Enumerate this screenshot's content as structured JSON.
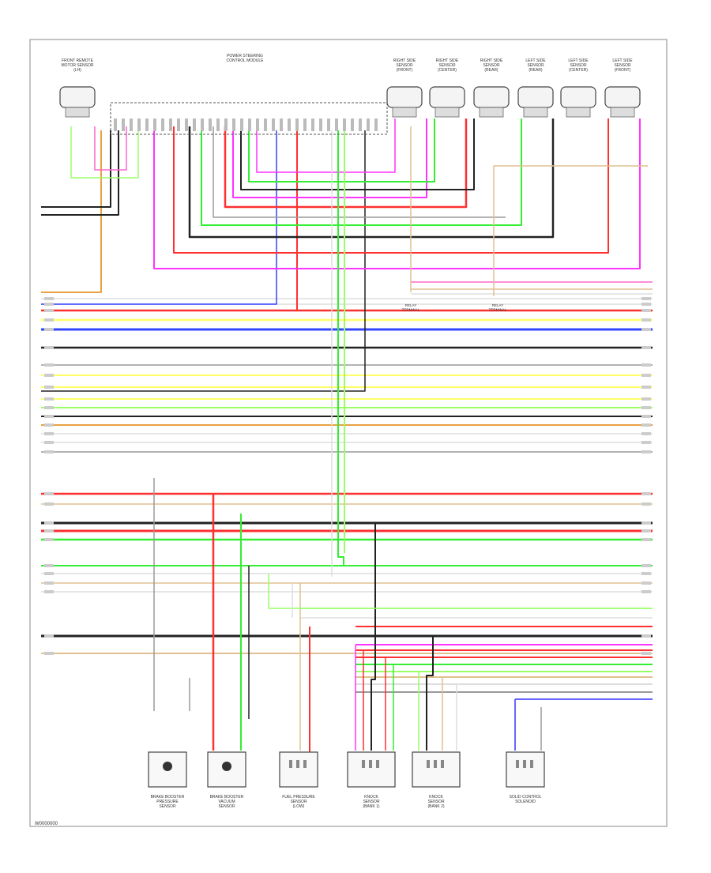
{
  "diagram": {
    "footer_code": "W0000000",
    "colors": {
      "black": "#222222",
      "gray": "#9a9a9a",
      "red": "#ff3030",
      "pink": "#ff66cc",
      "magenta": "#ff33ff",
      "green": "#33ee33",
      "ltgreen": "#99ff66",
      "blue": "#3344ff",
      "ltblue": "#66aaff",
      "yellow": "#ffff66",
      "orange": "#e8a040",
      "tan": "#e0c090",
      "violet": "#6666ff",
      "white": "#dddddd"
    },
    "top_components": [
      {
        "label": "FRONT REMOTE\nMOTOR SENSOR\n(LH)"
      },
      {
        "label": "POWER STEERING\nCONTROL MODULE"
      },
      {
        "label": "RIGHT SIDE\nSENSOR\n(FRONT)"
      },
      {
        "label": "RIGHT SIDE\nSENSOR\n(CENTER)"
      },
      {
        "label": "RIGHT SIDE\nSENSOR\n(REAR)"
      },
      {
        "label": "LEFT SIDE\nSENSOR\n(REAR)"
      },
      {
        "label": "LEFT SIDE\nSENSOR\n(CENTER)"
      },
      {
        "label": "LEFT SIDE\nSENSOR\n(FRONT)"
      }
    ],
    "bottom_components": [
      {
        "label": "BRAKE BOOSTER\nPRESSURE\nSENSOR"
      },
      {
        "label": "BRAKE BOOSTER\nVACUUM\nSENSOR"
      },
      {
        "label": "FUEL PRESSURE\nSENSOR\n(LOW)"
      },
      {
        "label": "KNOCK\nSENSOR\n(BANK 1)"
      },
      {
        "label": "KNOCK\nSENSOR\n(BANK 2)"
      },
      {
        "label": "SOLID CONTROL\nSOLENOID"
      }
    ],
    "mid_labels": [
      {
        "label": "RELAY\nTERMINAL"
      },
      {
        "label": "RELAY\nTERMINAL"
      }
    ]
  }
}
